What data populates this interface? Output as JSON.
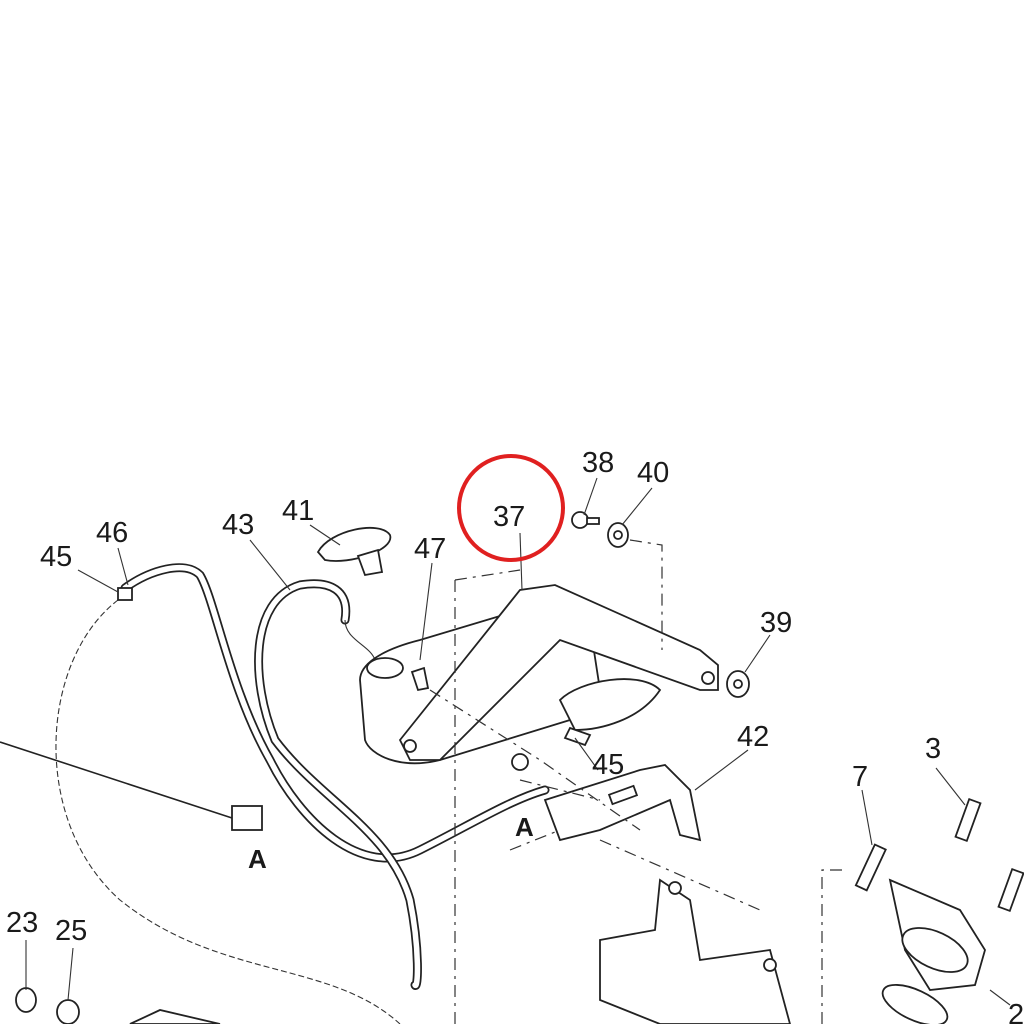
{
  "diagram": {
    "highlight_color": "#e02020",
    "highlighted_part": "37",
    "callouts": {
      "p37": "37",
      "p38": "38",
      "p40": "40",
      "p39": "39",
      "p41": "41",
      "p43": "43",
      "p46": "46",
      "p45a": "45",
      "p47": "47",
      "p45b": "45",
      "p42": "42",
      "p3": "3",
      "p7": "7",
      "p23": "23",
      "p25": "25",
      "p2": "2"
    },
    "section_marks": {
      "a1": "A",
      "a2": "A"
    }
  }
}
